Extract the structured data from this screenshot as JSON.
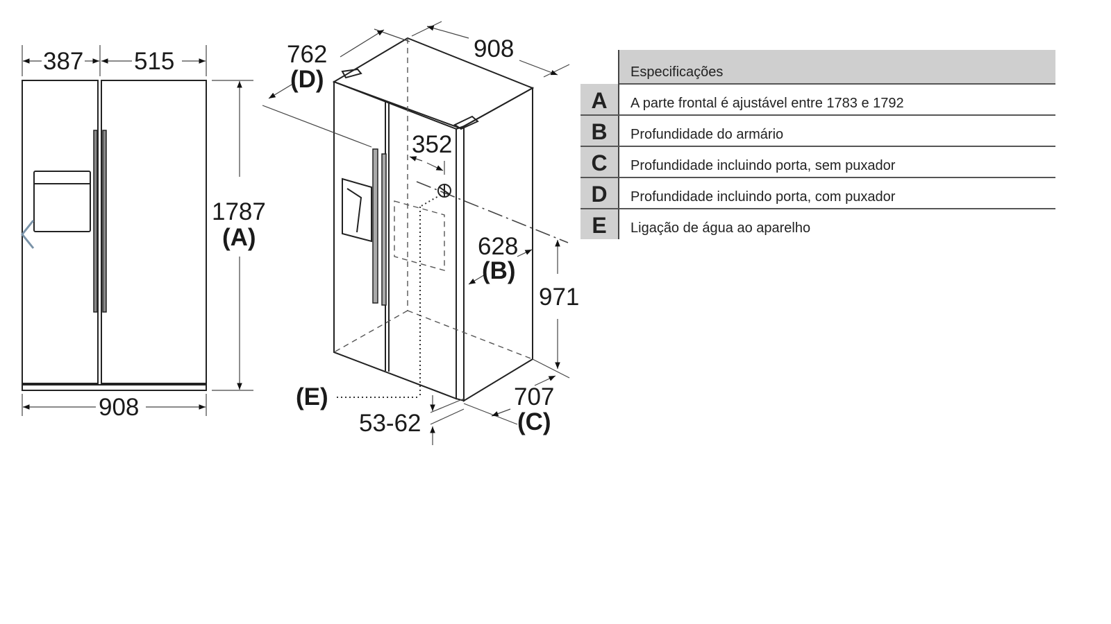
{
  "front_view": {
    "width_left": "387",
    "width_right": "515",
    "height": "1787",
    "height_ref": "(A)",
    "width_total": "908"
  },
  "iso_view": {
    "depth_with_handle": "762",
    "depth_with_handle_ref": "(D)",
    "width": "908",
    "water_offset": "352",
    "cabinet_depth": "628",
    "cabinet_depth_ref": "(B)",
    "water_height": "971",
    "depth_without_handle": "707",
    "depth_without_handle_ref": "(C)",
    "water_connection_ref": "(E)",
    "door_offset": "53-62"
  },
  "spec_table": {
    "header": "Especificações",
    "rows": [
      {
        "key": "A",
        "text": "A parte frontal é ajustável entre 1783 e 1792"
      },
      {
        "key": "B",
        "text": "Profundidade do armário"
      },
      {
        "key": "C",
        "text": "Profundidade incluindo porta, sem puxador"
      },
      {
        "key": "D",
        "text": "Profundidade incluindo porta, com puxador"
      },
      {
        "key": "E",
        "text": "Ligação de água ao aparelho"
      }
    ]
  },
  "icons": {
    "prev": "chevron-left-icon"
  },
  "colors": {
    "line": "#222222",
    "table_header": "#cfcfcf",
    "key_cell": "#d0d0d0",
    "prev_arrow": "#7a93a8"
  }
}
